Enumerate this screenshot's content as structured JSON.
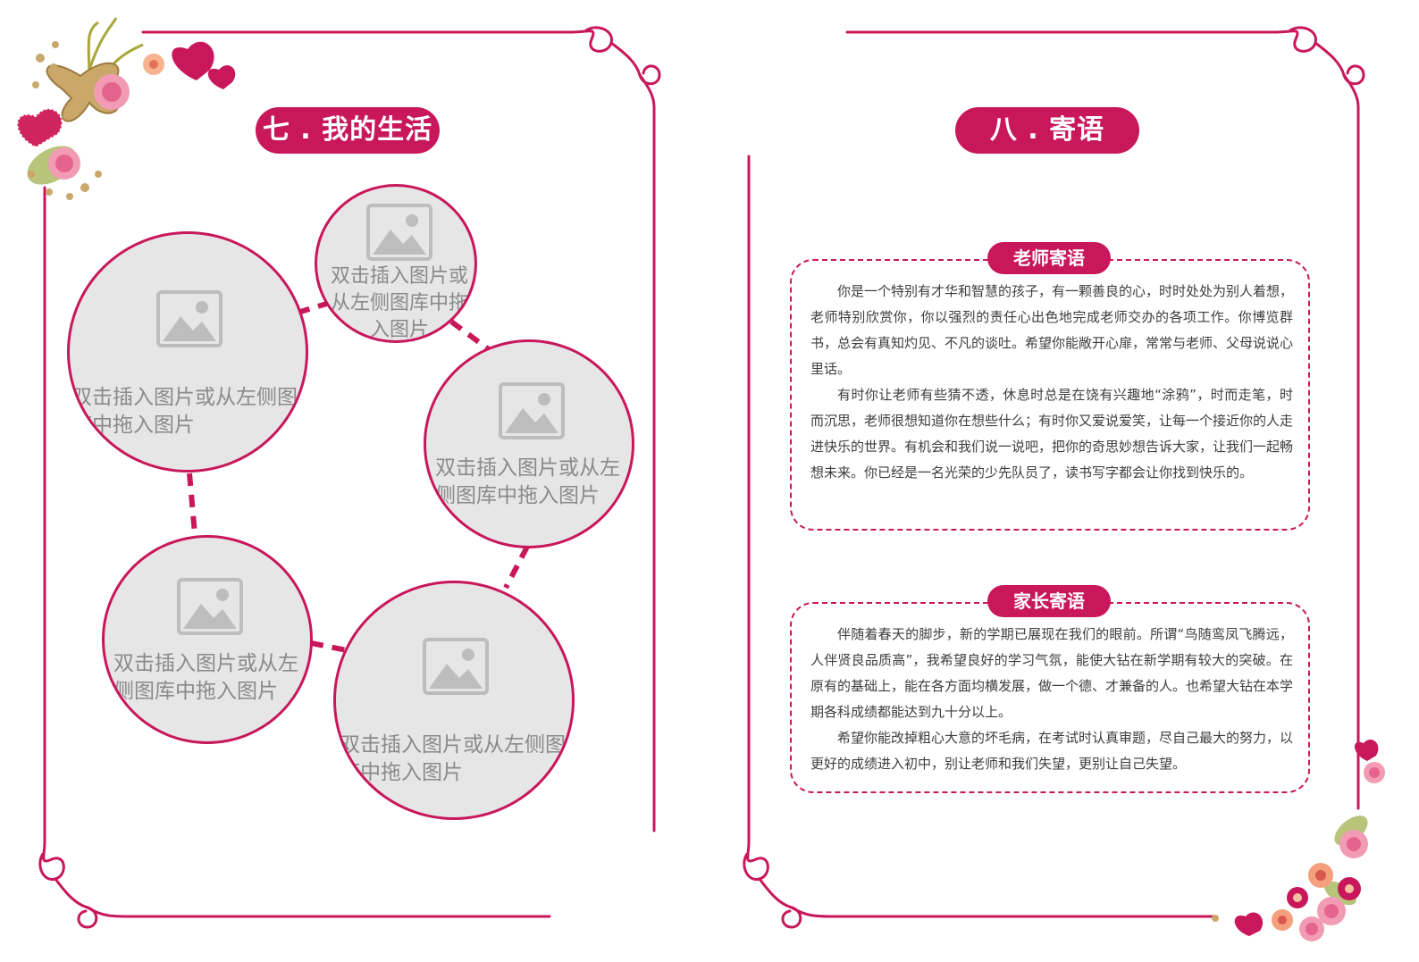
{
  "left_page": {
    "section_title": "七 . 我的生活",
    "placeholders": [
      {
        "text": "双击插入图片或从左侧图库中拖入图片"
      },
      {
        "text": "双击插入图片或从左侧图库中拖入图片"
      },
      {
        "text": "双击插入图片或从左侧图库中拖入图片"
      },
      {
        "text": "双击插入图片或从左侧图库中拖入图片"
      },
      {
        "text": "双击插入图片或从左侧图库中拖入图片"
      }
    ]
  },
  "right_page": {
    "section_title": "八 . 寄语",
    "teacher": {
      "label": "老师寄语",
      "paragraphs": [
        "你是一个特别有才华和智慧的孩子，有一颗善良的心，时时处处为别人着想，老师特别欣赏你，你以强烈的责任心出色地完成老师交办的各项工作。你博览群书，总会有真知灼见、不凡的谈吐。希望你能敞开心扉，常常与老师、父母说说心里话。",
        "有时你让老师有些猜不透，休息时总是在饶有兴趣地“涂鸦”，时而走笔，时而沉思，老师很想知道你在想些什么；有时你又爱说爱笑，让每一个接近你的人走进快乐的世界。有机会和我们说一说吧，把你的奇思妙想告诉大家，让我们一起畅想未来。你已经是一名光荣的少先队员了，读书写字都会让你找到快乐的。"
      ]
    },
    "parent": {
      "label": "家长寄语",
      "paragraphs": [
        "伴随着春天的脚步，新的学期已展现在我们的眼前。所谓“鸟随鸾凤飞腾远，人伴贤良品质高”，我希望良好的学习气氛，能使大钻在新学期有较大的突破。在原有的基础上，能在各方面均横发展，做一个德、才兼备的人。也希望大钻在本学期各科成绩都能达到九十分以上。",
        "希望你能改掉粗心大意的坏毛病，在考试时认真审题，尽自己最大的努力，以更好的成绩进入初中，别让老师和我们失望，更别让自己失望。"
      ]
    }
  },
  "colors": {
    "accent": "#c8175a",
    "placeholder_fill": "#e6e6e6",
    "placeholder_text": "#8a8a8a"
  },
  "icons": [
    "image-placeholder-icon",
    "flower-bouquet-icon",
    "heart-icon",
    "swirl-ornament-icon"
  ]
}
